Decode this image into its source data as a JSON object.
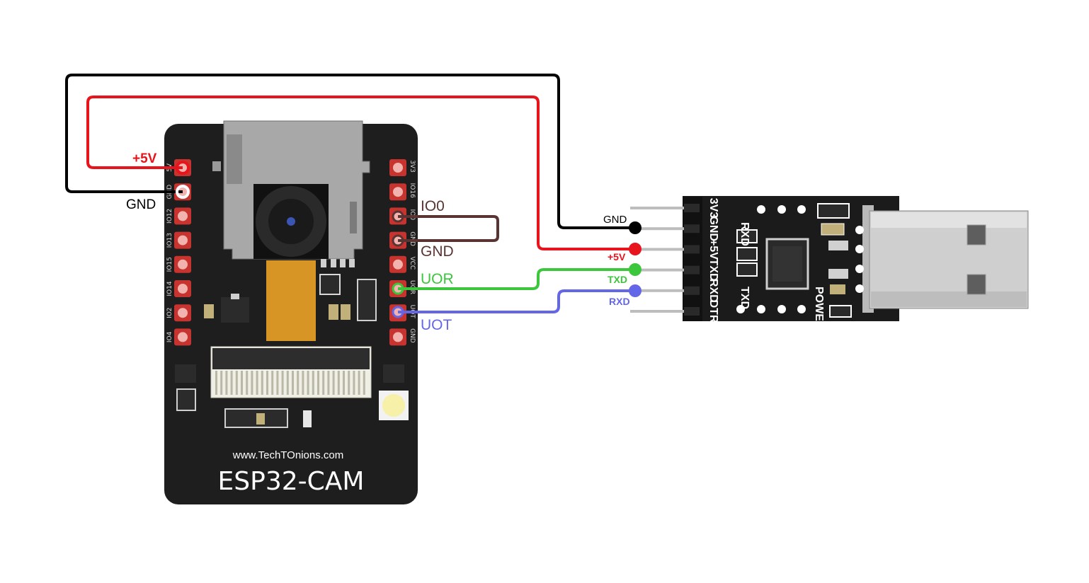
{
  "esp32cam": {
    "website": "www.TechTOnions.com",
    "name": "ESP32-CAM",
    "left_pins": [
      "5V",
      "GND",
      "IO12",
      "IO13",
      "IO15",
      "IO14",
      "IO2",
      "IO4"
    ],
    "right_pins": [
      "3V3",
      "IO16",
      "IO0",
      "GND",
      "VCC",
      "UOR",
      "UOT",
      "GND"
    ]
  },
  "adapter": {
    "pins": [
      "3V3",
      "GND",
      "+5V",
      "TXD",
      "RXD",
      "DTR"
    ],
    "silk": {
      "rxd": "RXD",
      "txd": "TXD",
      "power": "POWER"
    }
  },
  "wire_labels": {
    "esp_5v": "+5V",
    "esp_gnd": "GND",
    "io0": "IO0",
    "io0_gnd": "GND",
    "uor": "UOR",
    "uot": "UOT",
    "ad_gnd": "GND",
    "ad_5v": "+5V",
    "ad_txd": "TXD",
    "ad_rxd": "RXD"
  },
  "colors": {
    "gnd_wire": "#000000",
    "power_wire": "#e8141b",
    "jumper_wire": "#5a3432",
    "tx_wire": "#3cc63c",
    "rx_wire": "#6466e8",
    "board": "#1e1e1e",
    "pin_pad": "#c7332e"
  }
}
